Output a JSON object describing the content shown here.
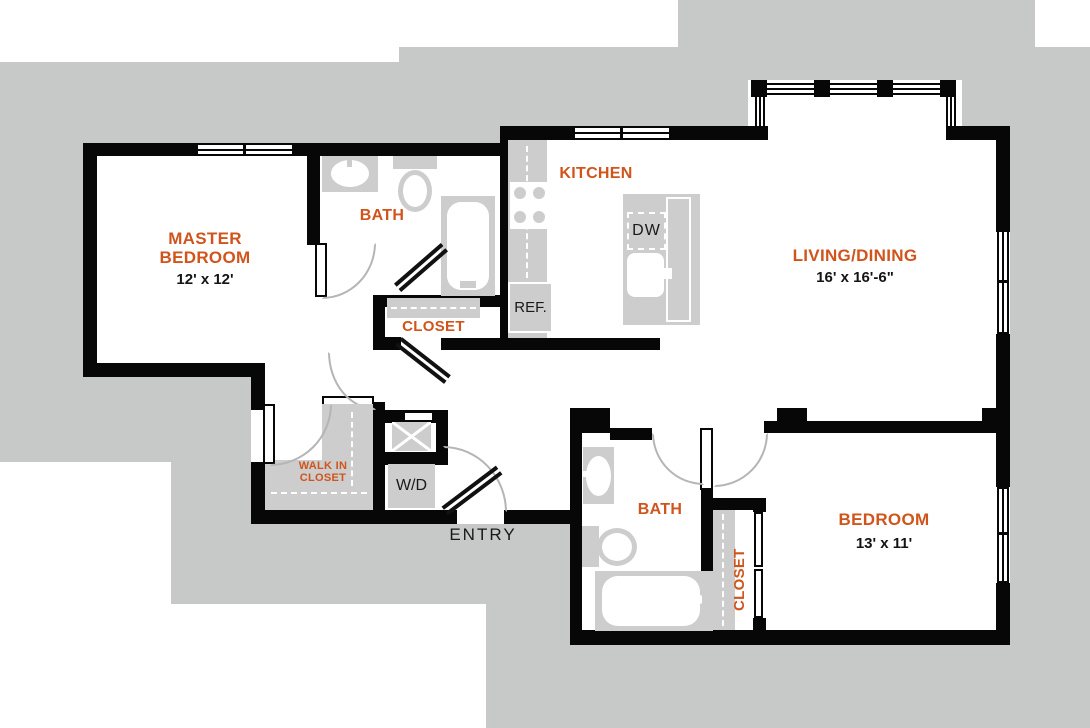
{
  "colors": {
    "accent_orange": "#d0541b",
    "wall_black": "#070707",
    "building_mass_gray": "#c7c8c8",
    "fixture_gray": "#cdcdcd"
  },
  "rooms": {
    "master_bedroom": {
      "name_line1": "MASTER",
      "name_line2": "BEDROOM",
      "dims": "12' x 12'"
    },
    "master_bath": {
      "name": "BATH"
    },
    "hall_closet": {
      "name": "CLOSET"
    },
    "walk_in_closet": {
      "name_line1": "WALK IN",
      "name_line2": "CLOSET"
    },
    "kitchen": {
      "name": "KITCHEN"
    },
    "living_dining": {
      "name": "LIVING/DINING",
      "dims": "16' x 16'-6\""
    },
    "entry": {
      "name": "ENTRY"
    },
    "bath2": {
      "name": "BATH"
    },
    "bedroom2_closet": {
      "name": "CLOSET"
    },
    "bedroom2": {
      "name": "BEDROOM",
      "dims": "13' x 11'"
    }
  },
  "appliances": {
    "washer_dryer": "W/D",
    "refrigerator": "REF.",
    "dishwasher": "DW"
  }
}
